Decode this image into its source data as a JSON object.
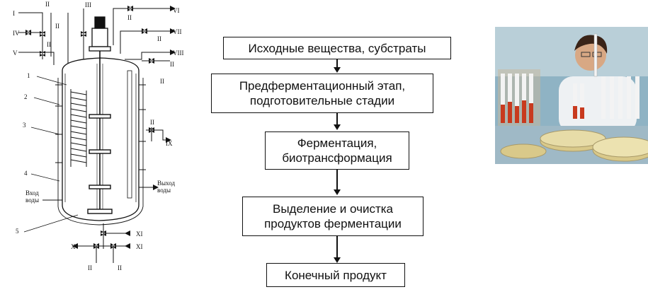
{
  "reactor_diagram": {
    "inlet_labels": [
      "I",
      "II",
      "II",
      "IV",
      "V",
      "II",
      "III",
      "VI",
      "II",
      "VII",
      "II",
      "VIII",
      "II",
      "II",
      "II",
      "IX",
      "XI",
      "X",
      "XI",
      "II",
      "II"
    ],
    "part_numbers": [
      "1",
      "2",
      "3",
      "4",
      "5"
    ],
    "water_in": [
      "Вход",
      "воды"
    ],
    "water_out": [
      "Выход",
      "воды"
    ]
  },
  "flowchart": {
    "steps": [
      {
        "lines": [
          "Исходные вещества, субстраты"
        ]
      },
      {
        "lines": [
          "Предферментационный этап,",
          "подготовительные стадии"
        ]
      },
      {
        "lines": [
          "Ферментация,",
          "биотрансформация"
        ]
      },
      {
        "lines": [
          "Выделение и очистка",
          "продуктов ферментации"
        ]
      },
      {
        "lines": [
          "Конечный продукт"
        ]
      }
    ]
  },
  "colors": {
    "line": "#111111",
    "photo_bg": "#8fb3c4",
    "coat": "#eef1f3",
    "liquid_red": "#c83a1e",
    "dish": "#d9c98a"
  }
}
